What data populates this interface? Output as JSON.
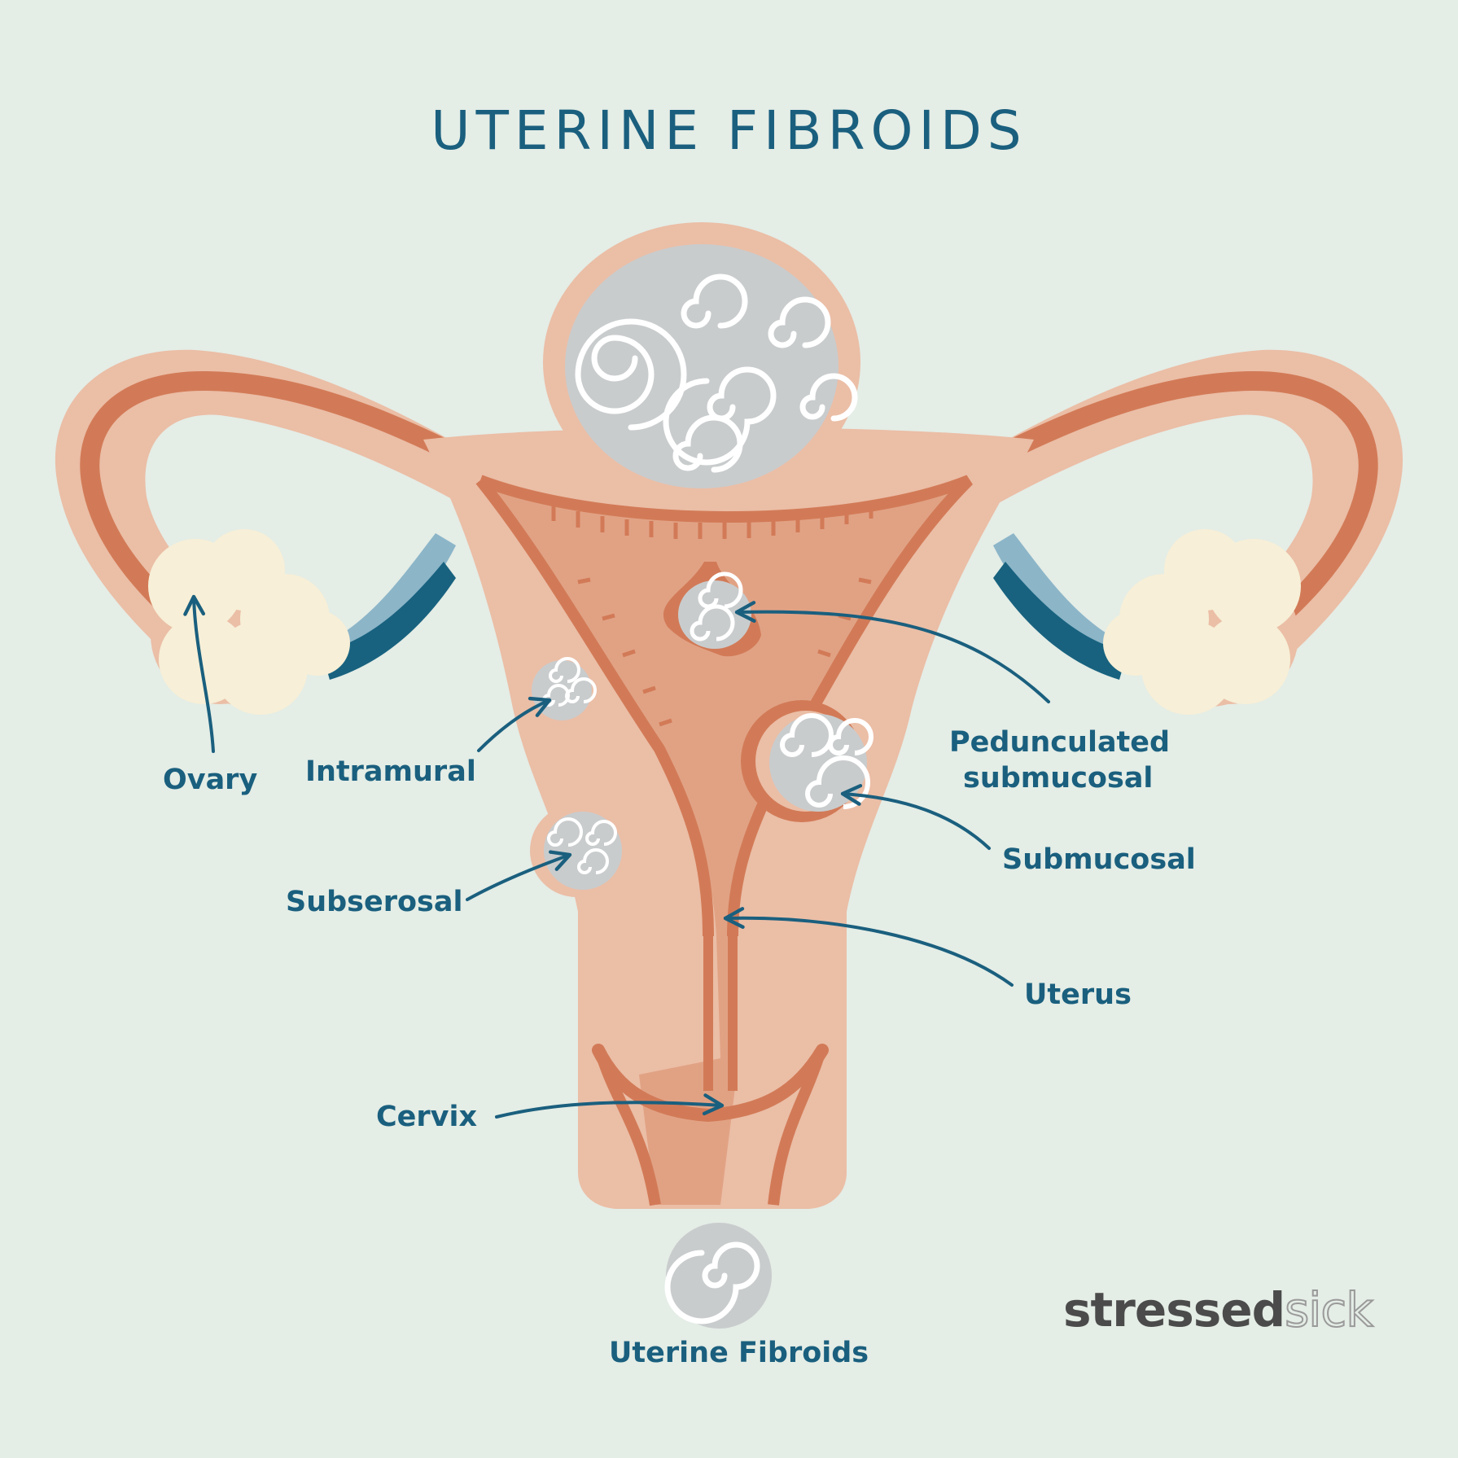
{
  "title": "UTERINE FIBROIDS",
  "labels": {
    "ovary": "Ovary",
    "intramural": "Intramural",
    "subserosal": "Subserosal",
    "cervix": "Cervix",
    "pedunculated_line1": "Pedunculated",
    "pedunculated_line2": "submucosal",
    "submucosal": "Submucosal",
    "uterus": "Uterus"
  },
  "legend": {
    "label": "Uterine Fibroids"
  },
  "brand": {
    "part1": "stressed",
    "part2": "sick"
  },
  "colors": {
    "background": "#e4ede6",
    "outer_tissue": "#ebbea6",
    "muscle_line": "#d27a57",
    "inner_cavity": "#e1a284",
    "fibroid": "#c9cccd",
    "ovary": "#f7efd7",
    "ligament_dark": "#18627f",
    "ligament_light": "#8cb5c8",
    "text": "#1a5f7e"
  }
}
